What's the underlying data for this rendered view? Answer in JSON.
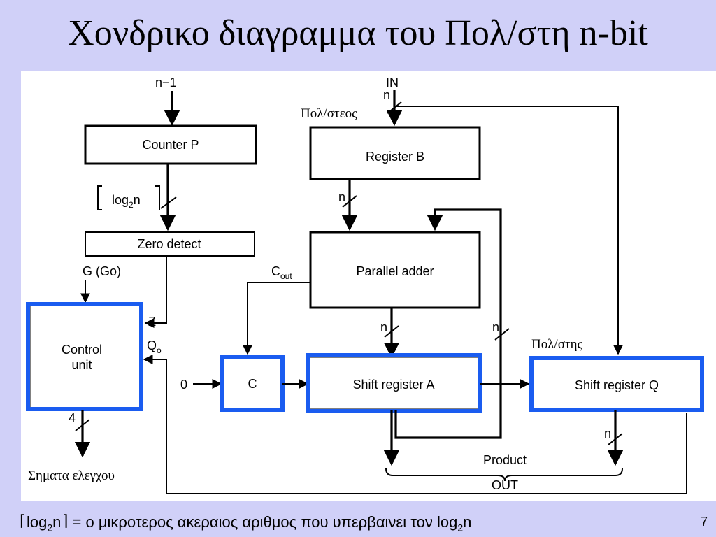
{
  "slide": {
    "title": "Χονδρικο διαγραμμα του Πολ/στη n-bit",
    "page_number": "7"
  },
  "diagram": {
    "blocks": {
      "counter_p": "Counter P",
      "zero_detect": "Zero detect",
      "control_unit_line1": "Control",
      "control_unit_line2": "unit",
      "register_b": "Register B",
      "parallel_adder": "Parallel adder",
      "c": "C",
      "shift_register_a": "Shift register A",
      "shift_register_q": "Shift register Q"
    },
    "signals": {
      "n_minus_1": "n−1",
      "in": "IN",
      "n": "n",
      "log2n_prefix": "log",
      "log2n_sub": "2",
      "log2n_suffix": "n",
      "g_go": "G (Go)",
      "z": "Z",
      "q0_main": "Q",
      "q0_sub": "o",
      "c_out_main": "C",
      "c_out_sub": "out",
      "zero": "0",
      "four": "4",
      "product": "Product",
      "out": "OUT"
    },
    "annotations": {
      "multiplicand": "Πολ/στεος",
      "multiplier": "Πολ/στης",
      "control_signals": "Σηματα ελεγχου"
    }
  },
  "footer": {
    "prefix": "log",
    "sub": "2",
    "mid": "n",
    "text": "= ο μικροτερος ακεραιος αριθμος που υπερβαινει τον log",
    "sub2": "2",
    "end": "n"
  },
  "colors": {
    "background": "#d0d0f8",
    "highlight": "#1a5cf0"
  }
}
